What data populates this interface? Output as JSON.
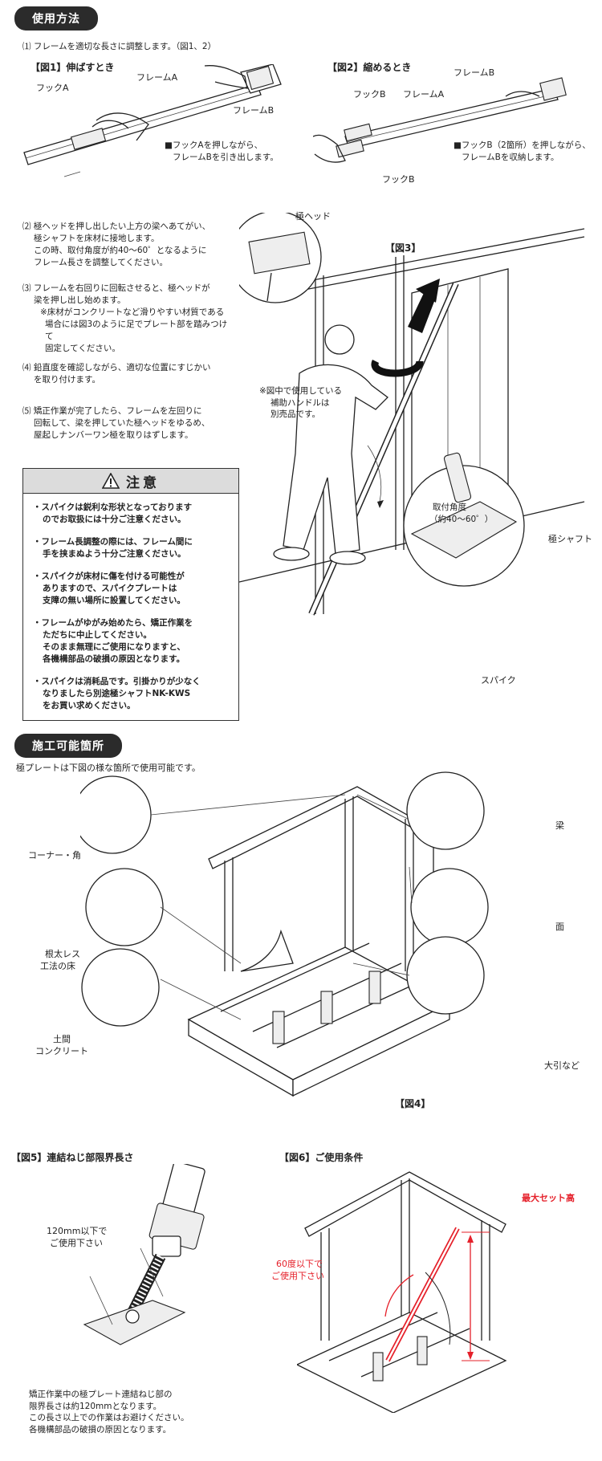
{
  "usage": {
    "heading": "使用方法",
    "step1": "⑴ フレームを適切な長さに調整します。（図1、2）",
    "fig1": {
      "title": "【図1】伸ばすとき",
      "hook_a": "フックA",
      "frame_a": "フレームA",
      "frame_b": "フレームB",
      "note1": "■フックAを押しながら、",
      "note2": "フレームBを引き出します。"
    },
    "fig2": {
      "title": "【図2】縮めるとき",
      "hook_b_top": "フックB",
      "frame_a": "フレームA",
      "frame_b": "フレームB",
      "hook_b_bottom": "フックB",
      "note1": "■フックB（2箇所）を押しながら、",
      "note2": "フレームBを収納します。"
    },
    "step2": [
      "⑵ 極ヘッドを押し出したい上方の梁へあてがい、",
      "極シャフトを床材に接地します。",
      "この時、取付角度が約40～60゜となるように",
      "フレーム長さを調整してください。"
    ],
    "step3": [
      "⑶ フレームを右回りに回転させると、極ヘッドが",
      "梁を押し出し始めます。",
      "※床材がコンクリートなど滑りやすい材質である",
      "場合には図3のように足でプレート部を踏みつけて",
      "固定してください。"
    ],
    "step4": [
      "⑷ 鉛直度を確認しながら、適切な位置にすじかい",
      "を取り付けます。"
    ],
    "step5": [
      "⑸ 矯正作業が完了したら、フレームを左回りに",
      "回転して、梁を押していた極ヘッドをゆるめ、",
      "屋起しナンバーワン極を取りはずします。"
    ],
    "fig3": {
      "title": "【図3】",
      "head_label": "極ヘッド",
      "note": [
        "※図中で使用している",
        "補助ハンドルは",
        "別売品です。"
      ],
      "angle": [
        "取付角度",
        "（約40～60゜）"
      ],
      "shaft": "極シャフト",
      "spike": "スパイク"
    }
  },
  "caution": {
    "title": "注意",
    "items": [
      [
        "・スパイクは鋭利な形状となっております",
        "のでお取扱には十分ご注意ください。"
      ],
      [
        "・フレーム長調整の際には、フレーム間に",
        "手を挟まぬよう十分ご注意ください。"
      ],
      [
        "・スパイクが床材に傷を付ける可能性が",
        "ありますので、スパイクプレートは",
        "支障の無い場所に設置してください。"
      ],
      [
        "・フレームがゆがみ始めたら、矯正作業を",
        "ただちに中止してください。",
        "そのまま無理にご使用になりますと、",
        "各機構部品の破損の原因となります。"
      ],
      [
        "・スパイクは消耗品です。引掛かりが少なく",
        "なりましたら別途極シャフトNK-KWS",
        "をお買い求めください。"
      ]
    ]
  },
  "applicable": {
    "heading": "施工可能箇所",
    "intro": "極プレートは下図の様な箇所で使用可能です。",
    "corner": "コーナー・角",
    "floor1": "根太レス",
    "floor2": "工法の床",
    "concrete1": "土間",
    "concrete2": "コンクリート",
    "beam": "梁",
    "face": "面",
    "ohbiki": "大引など",
    "fig4": "【図4】"
  },
  "fig5": {
    "title": "【図5】連結ねじ部限界長さ",
    "label1": "120mm以下で",
    "label2": "ご使用下さい",
    "note": [
      "矯正作業中の極プレート連結ねじ部の",
      "限界長さは約120mmとなります。",
      "この長さ以上での作業はお避けください。",
      "各機構部品の破損の原因となります。"
    ]
  },
  "fig6": {
    "title": "【図6】ご使用条件",
    "max_height": "最大セット高",
    "angle1": "60度以下で",
    "angle2": "ご使用下さい"
  },
  "colors": {
    "accent_red": "#e5202a",
    "pill": "#2b2b2b"
  }
}
